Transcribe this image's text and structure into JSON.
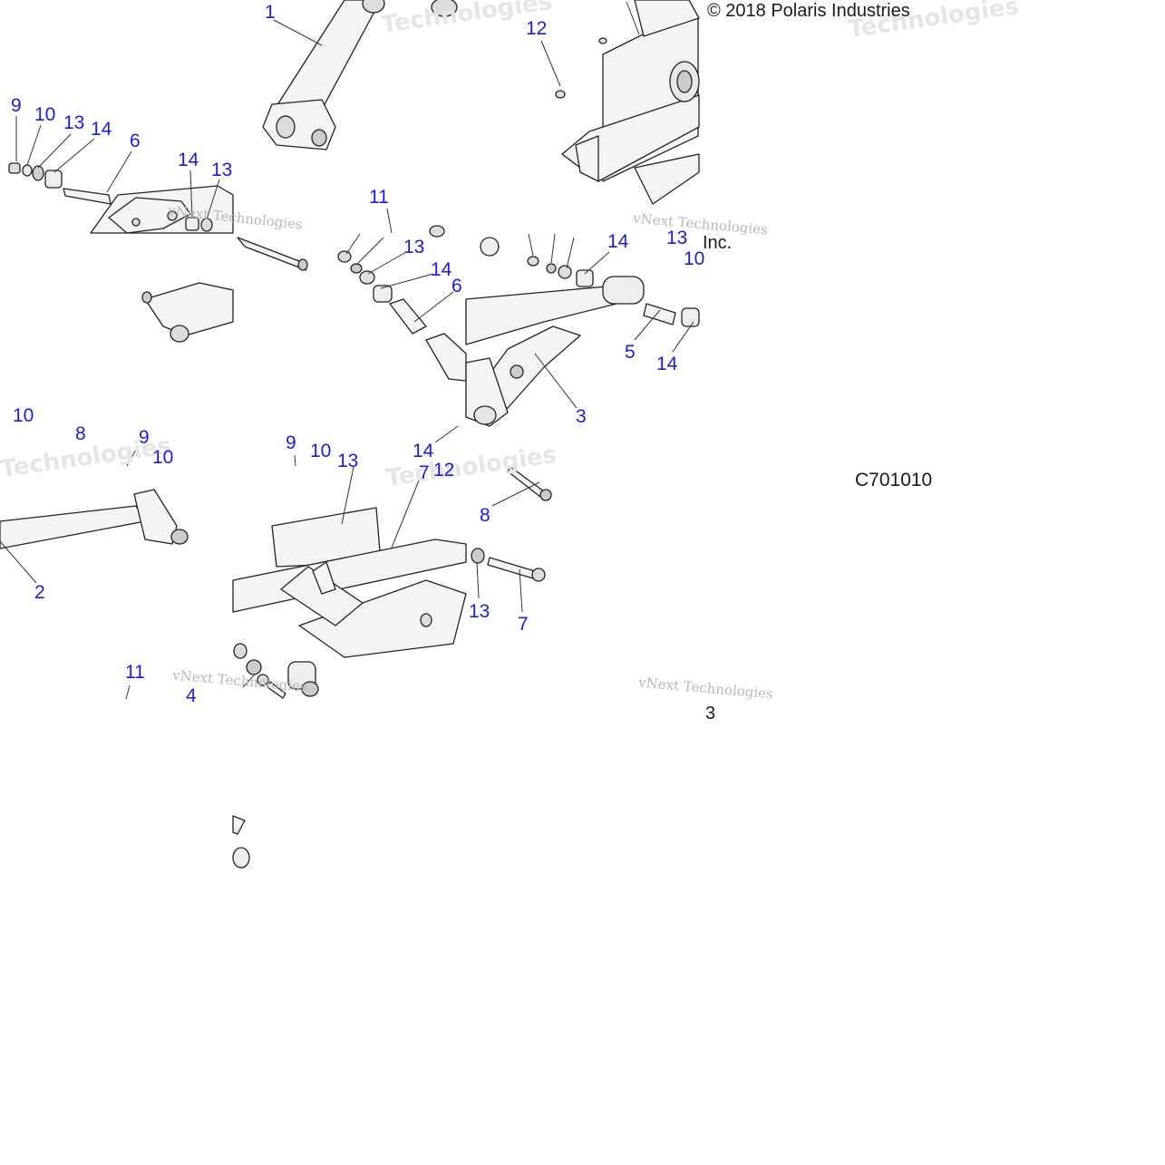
{
  "copyright": "© 2018 Polaris Industries",
  "diagram_code": "C701010",
  "copyright_fragment": "Inc.",
  "code_fragment": "3",
  "watermark_serif": "vNext Technologies",
  "watermark_bold": "Technologies",
  "callouts": [
    {
      "id": "1a",
      "label": "1"
    },
    {
      "id": "12a",
      "label": "12"
    },
    {
      "id": "9a",
      "label": "9"
    },
    {
      "id": "10a",
      "label": "10"
    },
    {
      "id": "13a",
      "label": "13"
    },
    {
      "id": "14a",
      "label": "14"
    },
    {
      "id": "6a",
      "label": "6"
    },
    {
      "id": "14b",
      "label": "14"
    },
    {
      "id": "13b",
      "label": "13"
    },
    {
      "id": "11a",
      "label": "11"
    },
    {
      "id": "13c",
      "label": "13"
    },
    {
      "id": "14c",
      "label": "14"
    },
    {
      "id": "6b",
      "label": "6"
    },
    {
      "id": "14d",
      "label": "14"
    },
    {
      "id": "13d",
      "label": "13"
    },
    {
      "id": "10b",
      "label": "10"
    },
    {
      "id": "5a",
      "label": "5"
    },
    {
      "id": "14e",
      "label": "14"
    },
    {
      "id": "3a",
      "label": "3"
    },
    {
      "id": "10c",
      "label": "10"
    },
    {
      "id": "8a",
      "label": "8"
    },
    {
      "id": "9b",
      "label": "9"
    },
    {
      "id": "10d",
      "label": "10"
    },
    {
      "id": "9c",
      "label": "9"
    },
    {
      "id": "10e",
      "label": "10"
    },
    {
      "id": "13e",
      "label": "13"
    },
    {
      "id": "14f",
      "label": "14"
    },
    {
      "id": "7a",
      "label": "7"
    },
    {
      "id": "12b",
      "label": "12"
    },
    {
      "id": "8b",
      "label": "8"
    },
    {
      "id": "2a",
      "label": "2"
    },
    {
      "id": "13f",
      "label": "13"
    },
    {
      "id": "7b",
      "label": "7"
    },
    {
      "id": "11b",
      "label": "11"
    },
    {
      "id": "4a",
      "label": "4"
    }
  ]
}
